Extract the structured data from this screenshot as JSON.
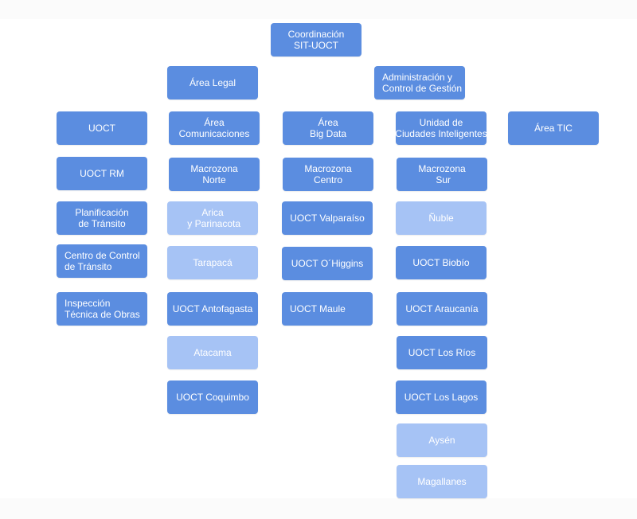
{
  "colors": {
    "dark_box": "#5b8de0",
    "light_box": "#a6c3f5",
    "text": "#ffffff"
  },
  "nodes": {
    "coordinacion": "Coordinación\nSIT-UOCT",
    "area_legal": "Área Legal",
    "administracion": "Administración y\nControl de Gestión",
    "uoct": "UOCT",
    "area_comunicaciones": "Área\nComunicaciones",
    "area_big_data": "Área\nBig Data",
    "ciudades_inteligentes": "Unidad de\nCiudades Inteligentes",
    "area_tic": "Área TIC",
    "uoct_rm": "UOCT RM",
    "planificacion": "Planificación\nde Tránsito",
    "centro_control": "Centro de Control\nde Tránsito",
    "inspeccion": "Inspección\nTécnica de Obras",
    "macrozona_norte": "Macrozona\nNorte",
    "arica": "Arica\n y Parinacota",
    "tarapaca": "Tarapacá",
    "antofagasta": "UOCT Antofagasta",
    "atacama": "Atacama",
    "coquimbo": "UOCT Coquimbo",
    "macrozona_centro": "Macrozona\nCentro",
    "valparaiso": "UOCT Valparaíso",
    "ohiggins": "UOCT O´Higgins",
    "maule": "UOCT Maule",
    "macrozona_sur": "Macrozona\n Sur",
    "nuble": "Ñuble",
    "biobio": "UOCT Biobío",
    "araucania": "UOCT Araucanía",
    "los_rios": "UOCT Los Ríos",
    "los_lagos": "UOCT Los Lagos",
    "aysen": "Aysén",
    "magallanes": "Magallanes"
  }
}
